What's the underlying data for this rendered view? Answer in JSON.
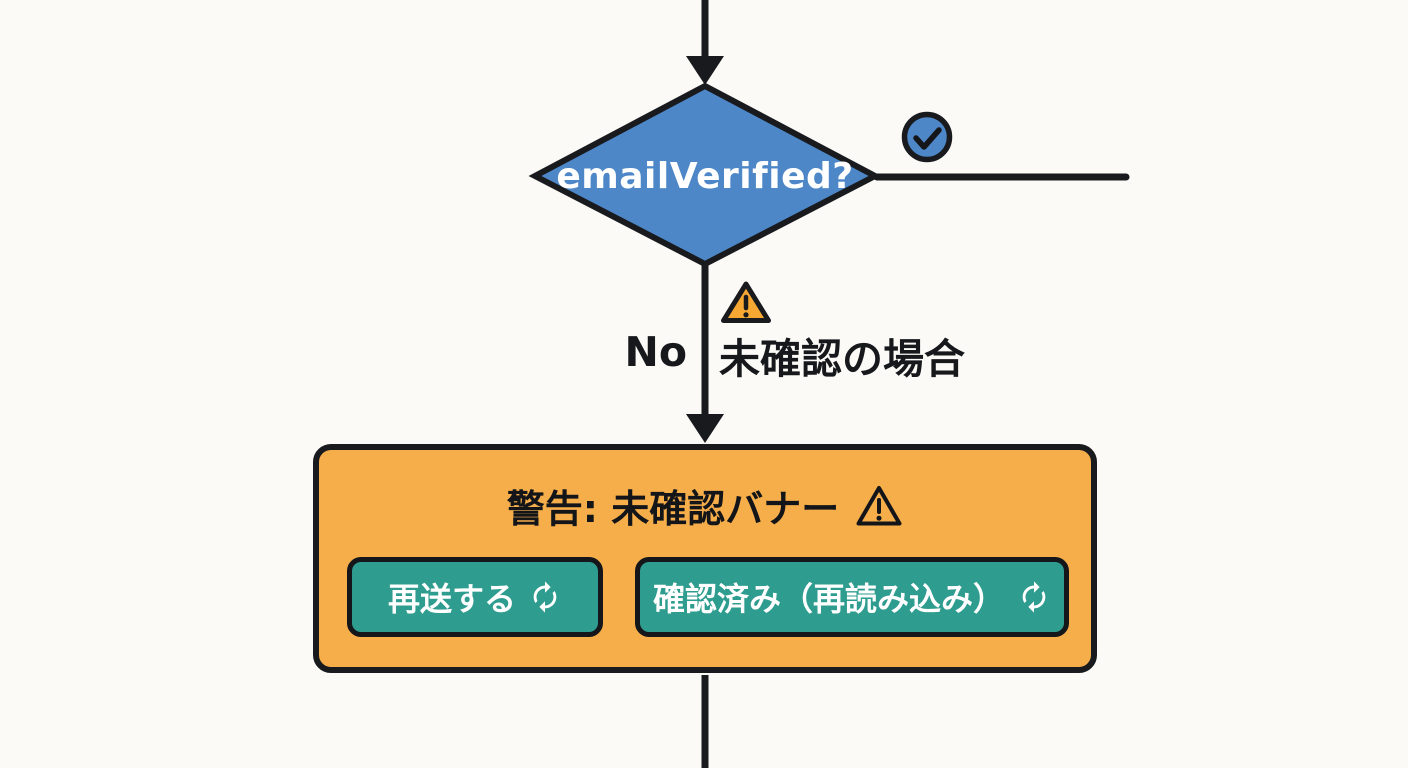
{
  "flowchart": {
    "decision": {
      "label": "emailVerified?"
    },
    "yes_branch": {
      "icon": "check-circle-icon"
    },
    "no_branch": {
      "label": "No",
      "caption": "未確認の場合",
      "icon": "warning-triangle-icon"
    },
    "warning_box": {
      "title": "警告: 未確認バナー",
      "title_icon": "warning-outline-icon",
      "buttons": [
        {
          "label": "再送する",
          "icon": "refresh-icon"
        },
        {
          "label": "確認済み（再読み込み）",
          "icon": "refresh-icon"
        }
      ]
    },
    "colors": {
      "background": "#fbfaf7",
      "line": "#191a1e",
      "decision_fill": "#4d87c7",
      "box_fill": "#f6ae4b",
      "button_fill": "#2e9c8e",
      "warning_icon_fill": "#f6a832",
      "button_text": "#ffffff",
      "decision_text": "#ffffff",
      "label_text": "#17181c"
    }
  }
}
